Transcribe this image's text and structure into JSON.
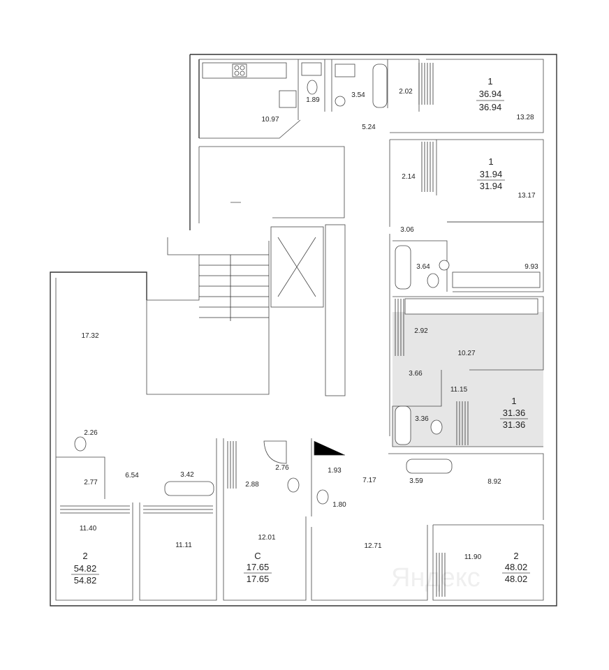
{
  "apartments": [
    {
      "id": "apt-a",
      "type": "1",
      "total": "36.94",
      "living": "36.94"
    },
    {
      "id": "apt-b",
      "type": "1",
      "total": "31.94",
      "living": "31.94"
    },
    {
      "id": "apt-c",
      "type": "1",
      "total": "31.36",
      "living": "31.36",
      "highlighted": true
    },
    {
      "id": "apt-d",
      "type": "2",
      "total": "54.82",
      "living": "54.82"
    },
    {
      "id": "apt-e",
      "type": "С",
      "total": "17.65",
      "living": "17.65"
    },
    {
      "id": "apt-f",
      "type": "2",
      "total": "48.02",
      "living": "48.02"
    }
  ],
  "room_areas": [
    "10.97",
    "1.89",
    "3.54",
    "2.02",
    "5.24",
    "13.28",
    "2.14",
    "13.17",
    "3.06",
    "3.64",
    "9.93",
    "2.92",
    "10.27",
    "3.66",
    "11.15",
    "3.36",
    "17.32",
    "2.26",
    "2.77",
    "6.54",
    "3.42",
    "2.76",
    "2.88",
    "1.93",
    "7.17",
    "3.59",
    "8.92",
    "1.80",
    "11.40",
    "11.11",
    "12.01",
    "12.71",
    "11.90"
  ],
  "colors": {
    "highlight": "#e6e6e6",
    "walls": "#333333"
  },
  "icons": [
    "bathtub-icon",
    "toilet-icon",
    "sink-icon",
    "shower-icon",
    "stove-icon",
    "kitchen-sink-icon",
    "washer-icon",
    "fridge-icon"
  ],
  "watermark": "Яндекс"
}
